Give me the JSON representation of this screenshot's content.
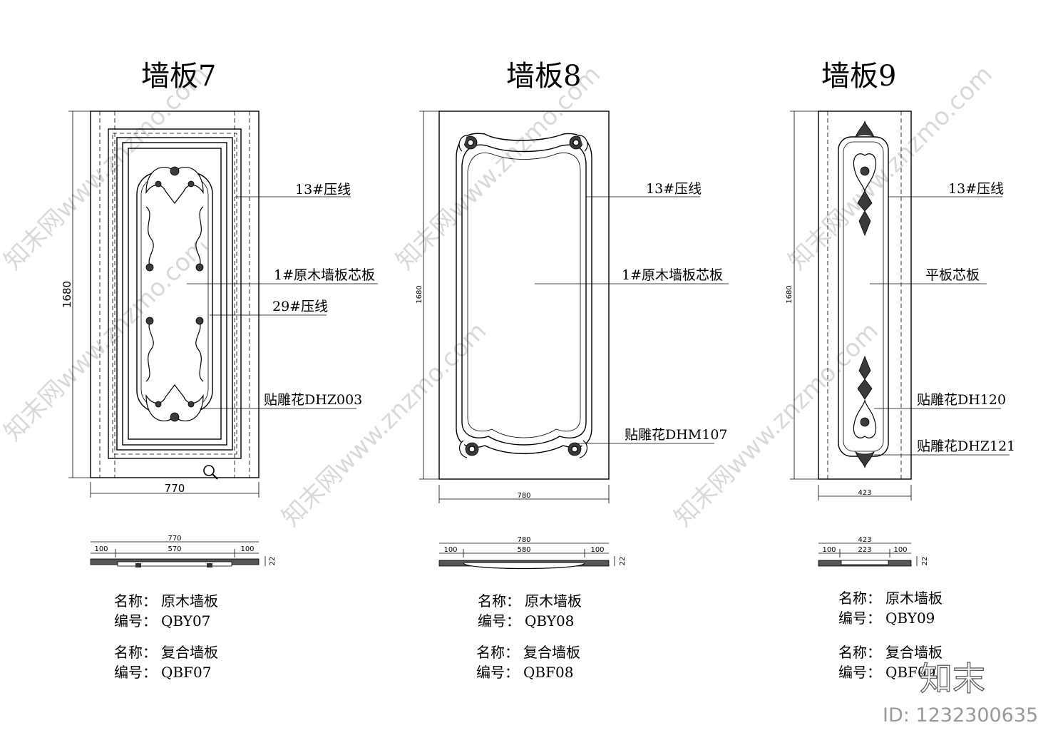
{
  "panels": [
    {
      "title": "墙板7",
      "height_dim": "1680",
      "width_dim": "770",
      "callouts": [
        "13#压线",
        "1#原木墙板芯板",
        "29#压线",
        "贴雕花DHZ003"
      ],
      "section": {
        "total": "770",
        "left": "100",
        "mid": "570",
        "right": "100",
        "thick": "22"
      },
      "info": [
        {
          "name_label": "名称：",
          "name": "原木墙板",
          "code_label": "编号：",
          "code": "QBY07"
        },
        {
          "name_label": "名称：",
          "name": "复合墙板",
          "code_label": "编号：",
          "code": "QBF07"
        }
      ]
    },
    {
      "title": "墙板8",
      "height_dim": "1680",
      "width_dim": "780",
      "callouts": [
        "13#压线",
        "1#原木墙板芯板",
        "贴雕花DHM107"
      ],
      "section": {
        "total": "780",
        "left": "100",
        "mid": "580",
        "right": "100",
        "thick": "22"
      },
      "info": [
        {
          "name_label": "名称：",
          "name": "原木墙板",
          "code_label": "编号：",
          "code": "QBY08"
        },
        {
          "name_label": "名称：",
          "name": "复合墙板",
          "code_label": "编号：",
          "code": "QBF08"
        }
      ]
    },
    {
      "title": "墙板9",
      "height_dim": "1680",
      "width_dim": "423",
      "callouts": [
        "13#压线",
        "平板芯板",
        "贴雕花DH120",
        "贴雕花DHZ121"
      ],
      "section": {
        "total": "423",
        "left": "100",
        "mid": "223",
        "right": "100",
        "thick": "22"
      },
      "info": [
        {
          "name_label": "名称：",
          "name": "原木墙板",
          "code_label": "编号：",
          "code": "QBY09"
        },
        {
          "name_label": "名称：",
          "name": "复合墙板",
          "code_label": "编号：",
          "code": "QBF09"
        }
      ]
    }
  ],
  "watermark": {
    "brand": "知末",
    "id": "ID: 1232300635",
    "site": "知末网www.znzmo.com"
  },
  "icons": {
    "zoom": "magnifier-icon"
  }
}
